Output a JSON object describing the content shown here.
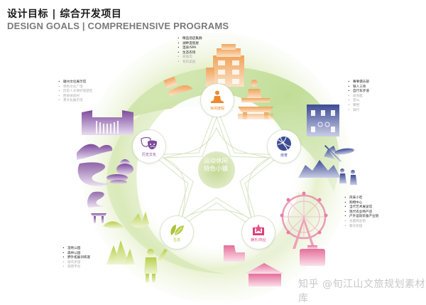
{
  "header": {
    "title_cn": "设计目标 | 综合开发项目",
    "title_en": "DESIGN GOALS | COMPREHENSIVE PROGRAMS"
  },
  "center": {
    "line1": "运动休闲",
    "line2": "特色小镇",
    "color": "#c9dc9a"
  },
  "nodes": [
    {
      "id": "leisure",
      "label": "休闲度假",
      "icon": "meditation-icon",
      "color": "#ee8a2e"
    },
    {
      "id": "sports",
      "label": "体育",
      "icon": "basketball-icon",
      "color": "#3d4b94"
    },
    {
      "id": "entertainment",
      "label": "娱乐/商业",
      "icon": "star-box-icon",
      "color": "#d8427a"
    },
    {
      "id": "ecology",
      "label": "生态",
      "icon": "leaf-icon",
      "color": "#a8c23a"
    },
    {
      "id": "culture",
      "label": "历史文化",
      "icon": "theater-masks-icon",
      "color": "#7d4a9c"
    }
  ],
  "lists": {
    "leisure": {
      "items": [
        {
          "text": "精品酒店集群",
          "dim": false
        },
        {
          "text": "湖畔度假屋",
          "dim": false
        },
        {
          "text": "温泉/SPA",
          "dim": false
        },
        {
          "text": "生态农场",
          "dim": false
        },
        {
          "text": "瑜伽馆",
          "dim": true
        },
        {
          "text": "有机菜园",
          "dim": true
        }
      ]
    },
    "culture": {
      "items": [
        {
          "text": "徽州文化展示馆",
          "dim": false
        },
        {
          "text": "特色文化广场",
          "dim": true
        },
        {
          "text": "历史人文保护旅游区",
          "dim": true
        },
        {
          "text": "民俗体验村",
          "dim": true
        },
        {
          "text": "茶文化展示馆",
          "dim": true
        }
      ]
    },
    "sports": {
      "items": [
        {
          "text": "赛事俱乐部",
          "dim": false
        },
        {
          "text": "铁人三项",
          "dim": false
        },
        {
          "text": "自行车步道",
          "dim": false
        },
        {
          "text": "皮划艇",
          "dim": true
        },
        {
          "text": "登山",
          "dim": true
        },
        {
          "text": "攀岩",
          "dim": true
        },
        {
          "text": "骑行",
          "dim": true
        }
      ]
    },
    "entertainment": {
      "items": [
        {
          "text": "风味小吃",
          "dim": false
        },
        {
          "text": "购物中心",
          "dim": false
        },
        {
          "text": "当代艺术展览馆",
          "dim": false
        },
        {
          "text": "现代农业特产店",
          "dim": false
        },
        {
          "text": "户外运动装备产业链",
          "dim": false
        },
        {
          "text": "主题商业街",
          "dim": true
        },
        {
          "text": "摩天轮园",
          "dim": true
        }
      ]
    },
    "ecology": {
      "items": [
        {
          "text": "湿地公园",
          "dim": false
        },
        {
          "text": "森林公园",
          "dim": false
        },
        {
          "text": "野外拓展训练基",
          "dim": false
        },
        {
          "text": "观鸟步道",
          "dim": true
        },
        {
          "text": "观景平台",
          "dim": true
        }
      ]
    }
  },
  "watermark": "知乎 @旬江山文旅规划素材库"
}
